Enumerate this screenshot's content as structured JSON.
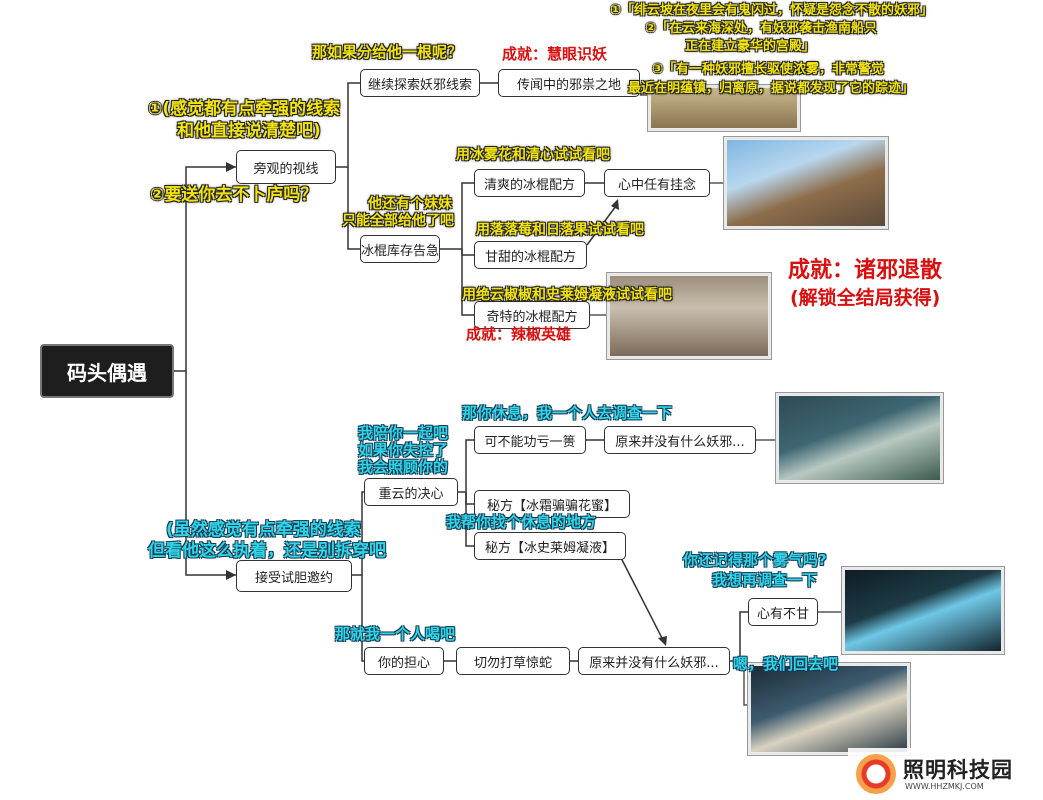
{
  "root": "码头偶遇",
  "nodes": {
    "pangguan": "旁观的视线",
    "jixu": "继续探索妖邪线索",
    "chuanwen": "传闻中的邪祟之地",
    "bingun": "冰棍库存告急",
    "qingshuang": "清爽的冰棍配方",
    "xinzhong": "心中任有挂念",
    "tiantian": "甘甜的冰棍配方",
    "qite": "奇特的冰棍配方",
    "jieshou": "接受试胆邀约",
    "chongyun": "重云的决心",
    "bukeneng": "可不能功亏一篑",
    "yuanlai1": "原来并没有什么妖邪...",
    "mifang1": "秘方【冰霜骗骗花蜜】",
    "mifang2": "秘方【冰史莱姆凝液】",
    "danxin": "你的担心",
    "qiewu": "切勿打草惊蛇",
    "yuanlai2": "原来并没有什么妖邪...",
    "xinyou": "心有不甘"
  },
  "notes": {
    "q1": "①「绯云坡在夜里会有鬼闪过，怀疑是怨念不散的妖邪」",
    "q2a": "②「在云来海深处，有妖邪袭击渔南船只",
    "q2b": "正在建立豪华的宫殿」",
    "q3a": "③「有一种妖邪擅长驱使浓雾，非常警觉",
    "q3b": "最近在明蕴镇，归离原，据说都发现了它的踪迹」",
    "fen": "那如果分给他一根呢？",
    "ach_huiyan": "成就：慧眼识妖",
    "g1a": "①(感觉都有点牵强的线索",
    "g1b": "和他直接说清楚吧)",
    "g2": "②要送你去不卜庐吗？",
    "mei_a": "他还有个妹妹",
    "mei_b": "只能全部给他了吧",
    "bingwu": "用冰雾花和清心试试看吧",
    "luoluo": "用落落莓和日落果试试看吧",
    "jueyun": "用绝云椒椒和史莱姆凝液试试看吧",
    "ach_lamei": "成就：辣椒英雄",
    "ach_zhuxie": "成就：诸邪退散",
    "unlock": "(解锁全结局获得)",
    "xiuxi": "那你休息，我一个人去调查一下",
    "pei_a": "我陪你一起吧",
    "pei_b": "如果你失控了",
    "pei_c": "我会照顾你的",
    "bang": "我帮你找个休息的地方",
    "suiran_a": "(虽然感觉有点牵强的线索",
    "suiran_b": "但看他这么执着，还是别拆穿吧",
    "yige": "那就我一个人喝吧",
    "jide": "你还记得那个雾气吗?",
    "zai": "我想再调查一下",
    "en": "嗯，我们回去吧"
  },
  "watermark": {
    "title": "照明科技园",
    "url": "WWW.HHZMKJ.COM"
  },
  "colors": {
    "yellow_note": "#f2e312",
    "cyan_note": "#2fd6e8",
    "achievement_red": "#d81010",
    "root_bg": "#1e1e1e"
  }
}
